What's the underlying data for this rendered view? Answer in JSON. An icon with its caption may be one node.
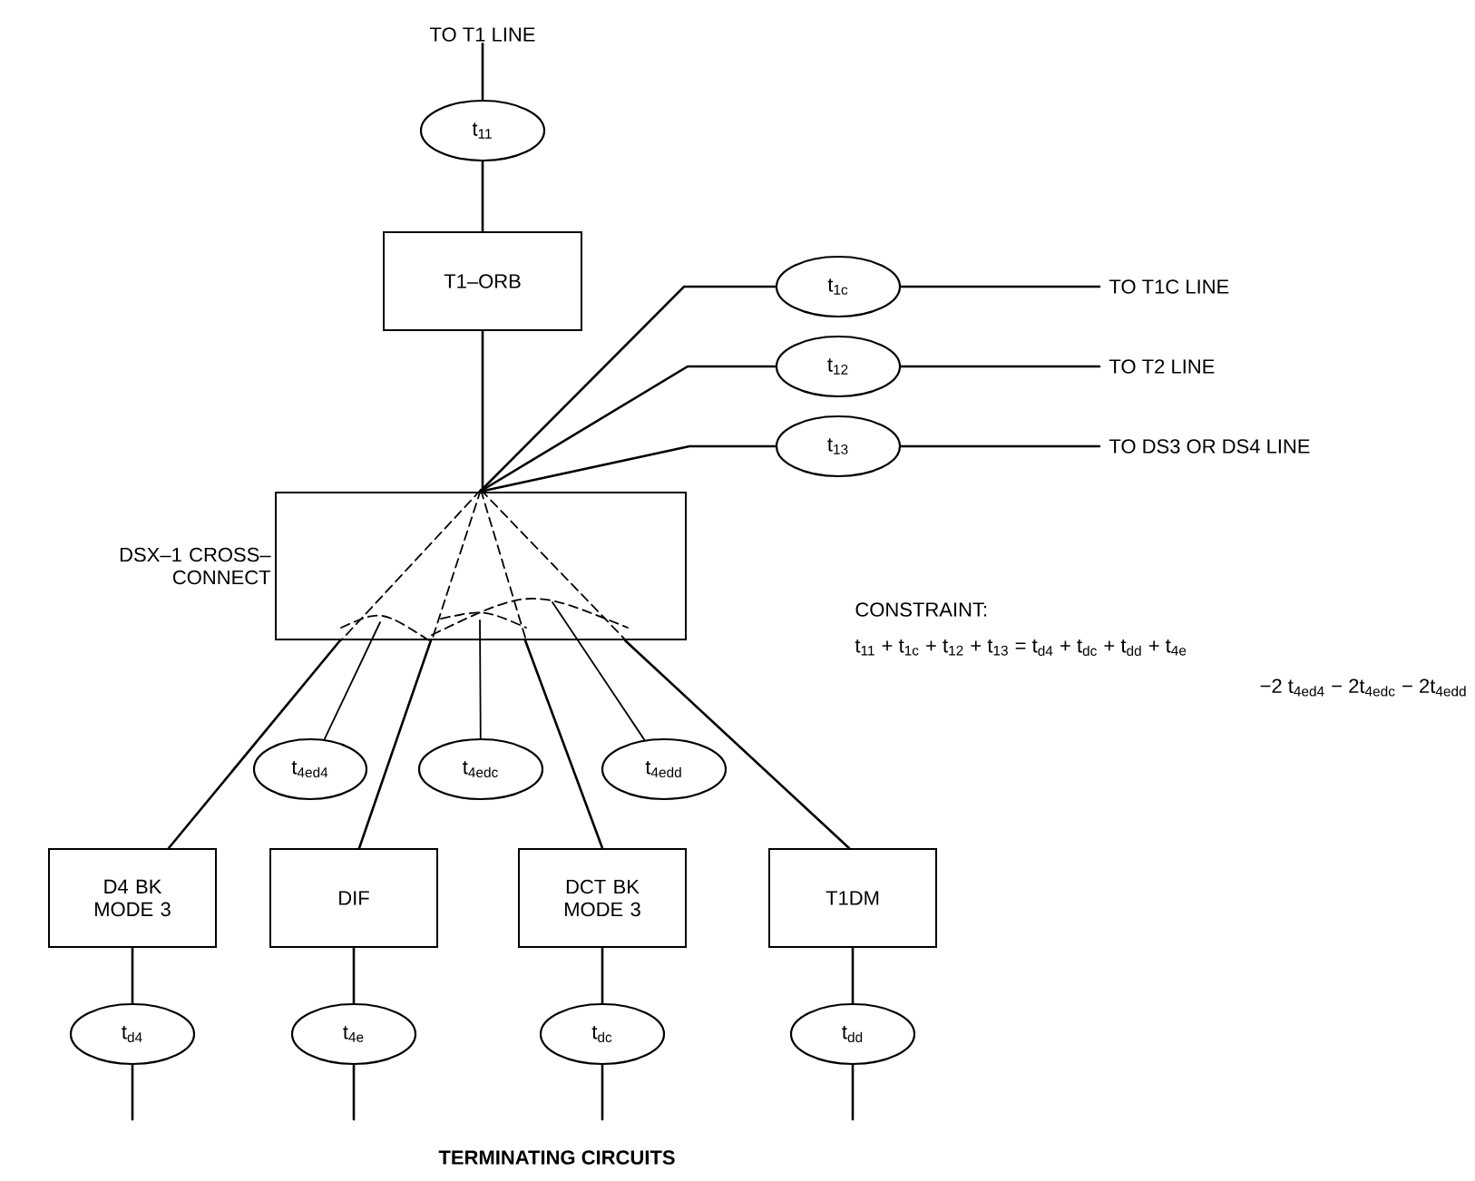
{
  "diagram": {
    "nodes": [
      {
        "text": [
          "TO T1 LINE"
        ]
      },
      {
        "text": [
          "t$_{11}$"
        ]
      },
      {
        "text": [
          "T1–ORB"
        ]
      },
      {
        "text": [
          "DSX–1 CROSS– CONNECT"
        ]
      },
      {
        "text": [
          "t$_{1c}$"
        ]
      },
      {
        "text": [
          "TO T1C LINE"
        ]
      },
      {
        "text": [
          "t$_{12}$"
        ]
      },
      {
        "text": [
          "TO T2 LINE"
        ]
      },
      {
        "text": [
          "t$_{13}$"
        ]
      },
      {
        "text": [
          "TO DS3 OR DS4 LINE"
        ]
      },
      {
        "text": [
          "t$_{4ed4}$"
        ]
      },
      {
        "text": [
          "t$_{4edc}$"
        ]
      },
      {
        "text": [
          "t$_{4edd}$"
        ]
      },
      {
        "text": [
          "D4 BK MODE 3"
        ]
      },
      {
        "text": [
          "DIF"
        ]
      },
      {
        "text": [
          "DCT BK MODE 3"
        ]
      },
      {
        "text": [
          "T1DM"
        ]
      },
      {
        "text": [
          "t$_{d4}$"
        ]
      },
      {
        "text": [
          "t$_{4e}$"
        ]
      },
      {
        "text": [
          "t$_{dc}$"
        ]
      },
      {
        "text": [
          "t$_{dd}$"
        ]
      }
    ],
    "edges": [
      {
        "from": 0,
        "to": 1,
        "arrow": "none"
      },
      {
        "from": 1,
        "to": 2,
        "arrow": "none"
      },
      {
        "from": 2,
        "to": 3,
        "arrow": "none"
      },
      {
        "from": 3,
        "to": 4,
        "arrow": "none"
      },
      {
        "from": 4,
        "to": 5,
        "arrow": "none"
      },
      {
        "from": 3,
        "to": 6,
        "arrow": "none"
      },
      {
        "from": 6,
        "to": 7,
        "arrow": "none"
      },
      {
        "from": 3,
        "to": 8,
        "arrow": "none"
      },
      {
        "from": 8,
        "to": 9,
        "arrow": "none"
      },
      {
        "from": 3,
        "to": 10,
        "arrow": "none"
      },
      {
        "from": 3,
        "to": 11,
        "arrow": "none"
      },
      {
        "from": 3,
        "to": 12,
        "arrow": "none"
      },
      {
        "from": 3,
        "to": 13,
        "arrow": "none"
      },
      {
        "from": 3,
        "to": 14,
        "arrow": "none"
      },
      {
        "from": 3,
        "to": 15,
        "arrow": "none"
      },
      {
        "from": 3,
        "to": 16,
        "arrow": "none"
      },
      {
        "from": 13,
        "to": 17,
        "arrow": "none"
      },
      {
        "from": 14,
        "to": 18,
        "arrow": "none"
      },
      {
        "from": 15,
        "to": 19,
        "arrow": "none"
      },
      {
        "from": 16,
        "to": 20,
        "arrow": "none"
      },
      {
        "from": 17,
        "to": null,
        "arrow": "none"
      },
      {
        "from": 18,
        "to": null,
        "arrow": "none"
      },
      {
        "from": 19,
        "to": null,
        "arrow": "none"
      },
      {
        "from": 20,
        "to": null,
        "arrow": "none"
      }
    ],
    "labels": [
      "CONSTRAINT:",
      "t$_{11}$ + t$_{1c}$ + t$_{12}$ + t$_{13}$ = t$_{d4}$ + t$_{dc}$ + t$_{dd}$ + t$_{4e}$",
      "−2 t$_{4ed4}$ − 2t$_{4edc}$ − 2t$_{4edd}$",
      "TERMINATING CIRCUITS"
    ]
  }
}
